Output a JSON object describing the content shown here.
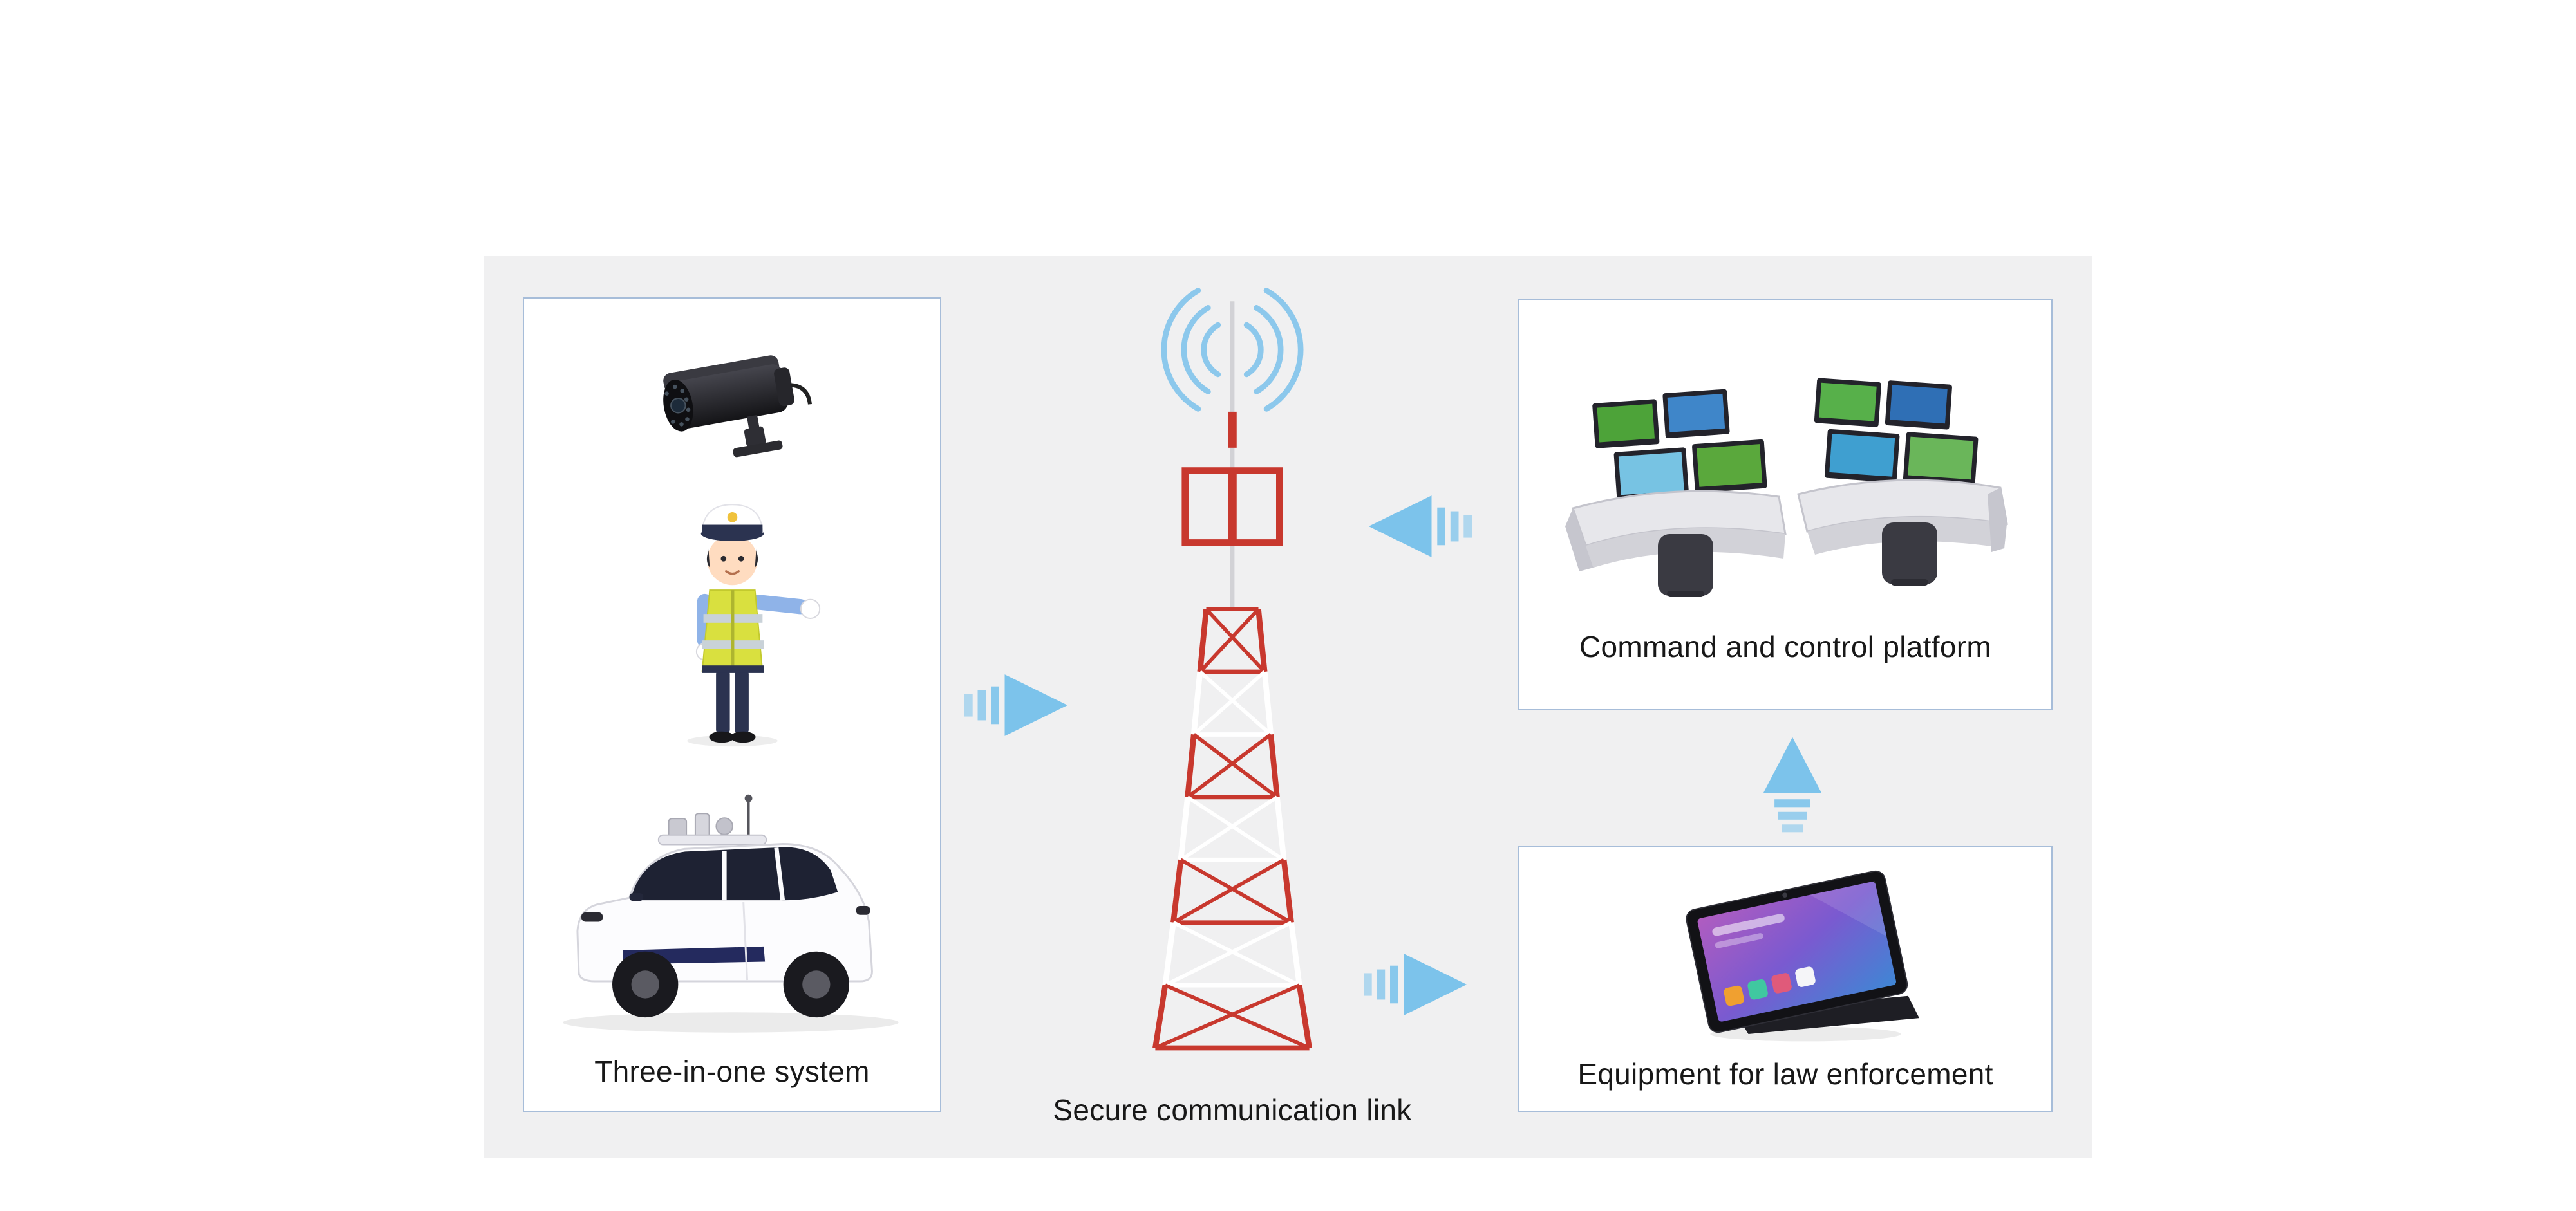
{
  "diagram": {
    "three_in_one": {
      "label": "Three-in-one system"
    },
    "secure_link": {
      "label": "Secure communication link"
    },
    "command_platform": {
      "label": "Command and control platform"
    },
    "law_enforcement": {
      "label": "Equipment for law enforcement"
    }
  },
  "icons": {
    "left_box": [
      "cctv-camera",
      "traffic-police",
      "patrol-vehicle"
    ],
    "center": [
      "signal-waves",
      "radio-tower"
    ],
    "arrows": [
      "arrow-left-box-to-tower",
      "arrow-platform-to-tower",
      "arrow-tower-to-equipment",
      "arrow-equipment-to-platform"
    ],
    "right_top": [
      "command-center-workstations"
    ],
    "right_bottom": [
      "law-enforcement-tablet"
    ]
  },
  "colors": {
    "panel_background": "#f0f0f1",
    "box_background": "#ffffff",
    "box_border": "#a7bdd9",
    "arrow_blue": "#7cc3eb",
    "tower_red": "#c8382e",
    "signal_blue": "#8cc8ec",
    "label_text": "#181818"
  }
}
